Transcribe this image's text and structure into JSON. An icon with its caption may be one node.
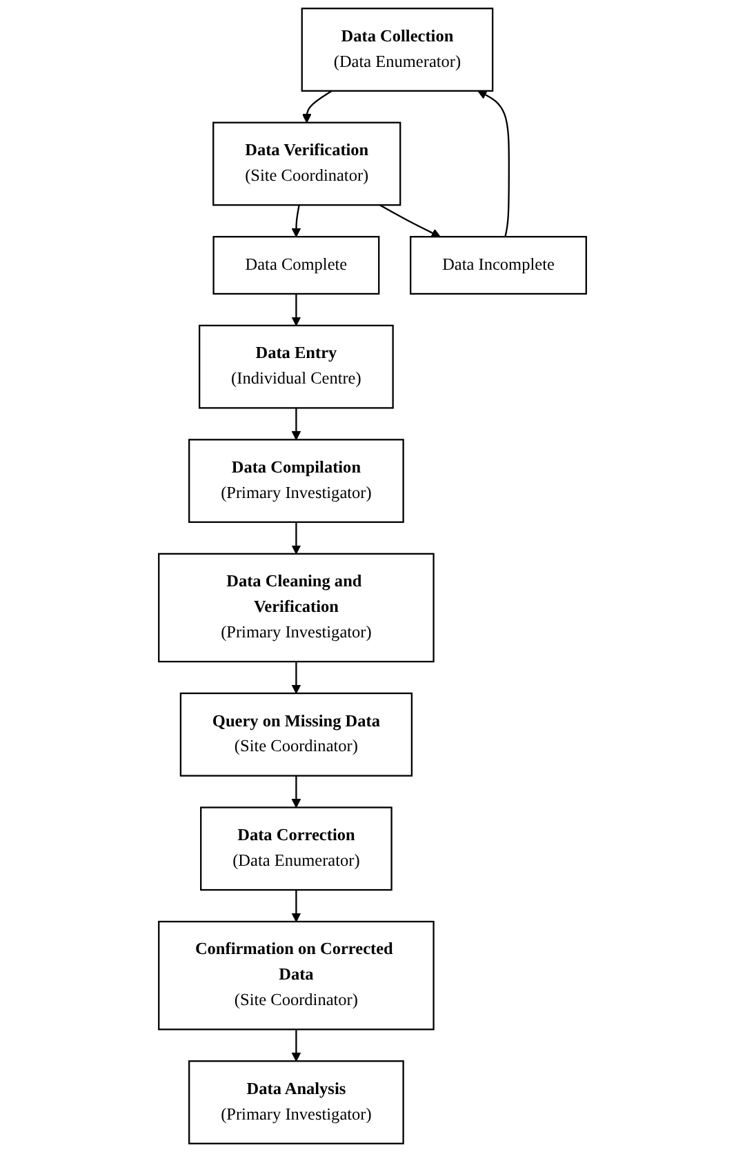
{
  "diagram": {
    "nodes": [
      {
        "text": [
          "Data Collection",
          "(Data Enumerator)"
        ]
      },
      {
        "text": [
          "Data Verification",
          "(Site Coordinator)"
        ]
      },
      {
        "text": [
          "Data Complete"
        ]
      },
      {
        "text": [
          "Data Incomplete"
        ]
      },
      {
        "text": [
          "Data Entry",
          "(Individual Centre)"
        ]
      },
      {
        "text": [
          "Data Compilation",
          "(Primary Investigator)"
        ]
      },
      {
        "text": [
          "Data Cleaning and Verification",
          "(Primary Investigator)"
        ]
      },
      {
        "text": [
          "Query on Missing Data",
          "(Site Coordinator)"
        ]
      },
      {
        "text": [
          "Data Correction",
          "(Data Enumerator)"
        ]
      },
      {
        "text": [
          "Confirmation on Corrected Data",
          "(Site Coordinator)"
        ]
      },
      {
        "text": [
          "Data Analysis",
          "(Primary Investigator)"
        ]
      }
    ],
    "edges": [
      {
        "from": 0,
        "to": 1,
        "arrow": "to"
      },
      {
        "from": 1,
        "to": 2,
        "arrow": "to"
      },
      {
        "from": 1,
        "to": 3,
        "arrow": "to"
      },
      {
        "from": 3,
        "to": 0,
        "arrow": "to"
      },
      {
        "from": 2,
        "to": 4,
        "arrow": "to"
      },
      {
        "from": 4,
        "to": 5,
        "arrow": "to"
      },
      {
        "from": 5,
        "to": 6,
        "arrow": "to"
      },
      {
        "from": 6,
        "to": 7,
        "arrow": "to"
      },
      {
        "from": 7,
        "to": 8,
        "arrow": "to"
      },
      {
        "from": 8,
        "to": 9,
        "arrow": "to"
      },
      {
        "from": 9,
        "to": 10,
        "arrow": "to"
      }
    ]
  }
}
